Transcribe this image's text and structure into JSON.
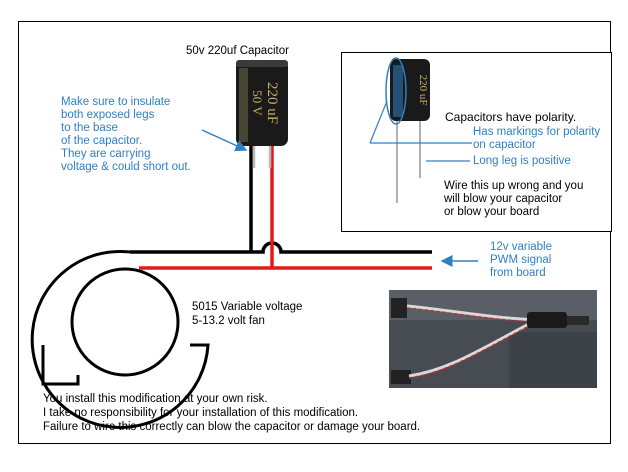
{
  "capacitor_title": "50v 220uf Capacitor",
  "capacitor_marking": {
    "value": "220",
    "unit": "uF",
    "voltage": "50",
    "voltage_unit": "V"
  },
  "insulate_note": [
    "Make sure to insulate",
    "both exposed legs",
    "to the base",
    "of the capacitor.",
    "They are carrying",
    "voltage & could short out."
  ],
  "polarity": {
    "heading": "Capacitors have polarity.",
    "markings": [
      "Has markings for polarity",
      "on capacitor"
    ],
    "long_leg": "Long leg is positive",
    "warning": [
      "Wire this up wrong and you",
      "will blow your capacitor",
      "or blow your board"
    ]
  },
  "pwm_label": [
    "12v variable",
    "PWM signal",
    "from board"
  ],
  "fan_label": [
    "5015 Variable voltage",
    "5-13.2 volt fan"
  ],
  "disclaimer": [
    "You install this modification at your own risk.",
    "I take no responsibility for your installation of this modification.",
    "Failure to wire this correctly can blow the capacitor or damage your board."
  ],
  "colors": {
    "note_blue": "#2f7fc4",
    "wire_red": "#e11a1a",
    "wire_black": "#000000",
    "capacitor_body": "#1a1a1a",
    "capacitor_text": "#c8b45a"
  },
  "icons": [
    "capacitor-icon",
    "fan-icon",
    "arrow-icon",
    "wire-photo"
  ]
}
